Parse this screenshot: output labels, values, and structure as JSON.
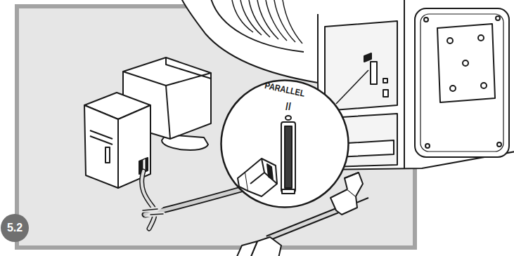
{
  "diagram": {
    "nodes": [
      {
        "text": [
          "5.2"
        ]
      },
      {
        "text": [
          "PARALLEL",
          "//"
        ]
      }
    ]
  }
}
